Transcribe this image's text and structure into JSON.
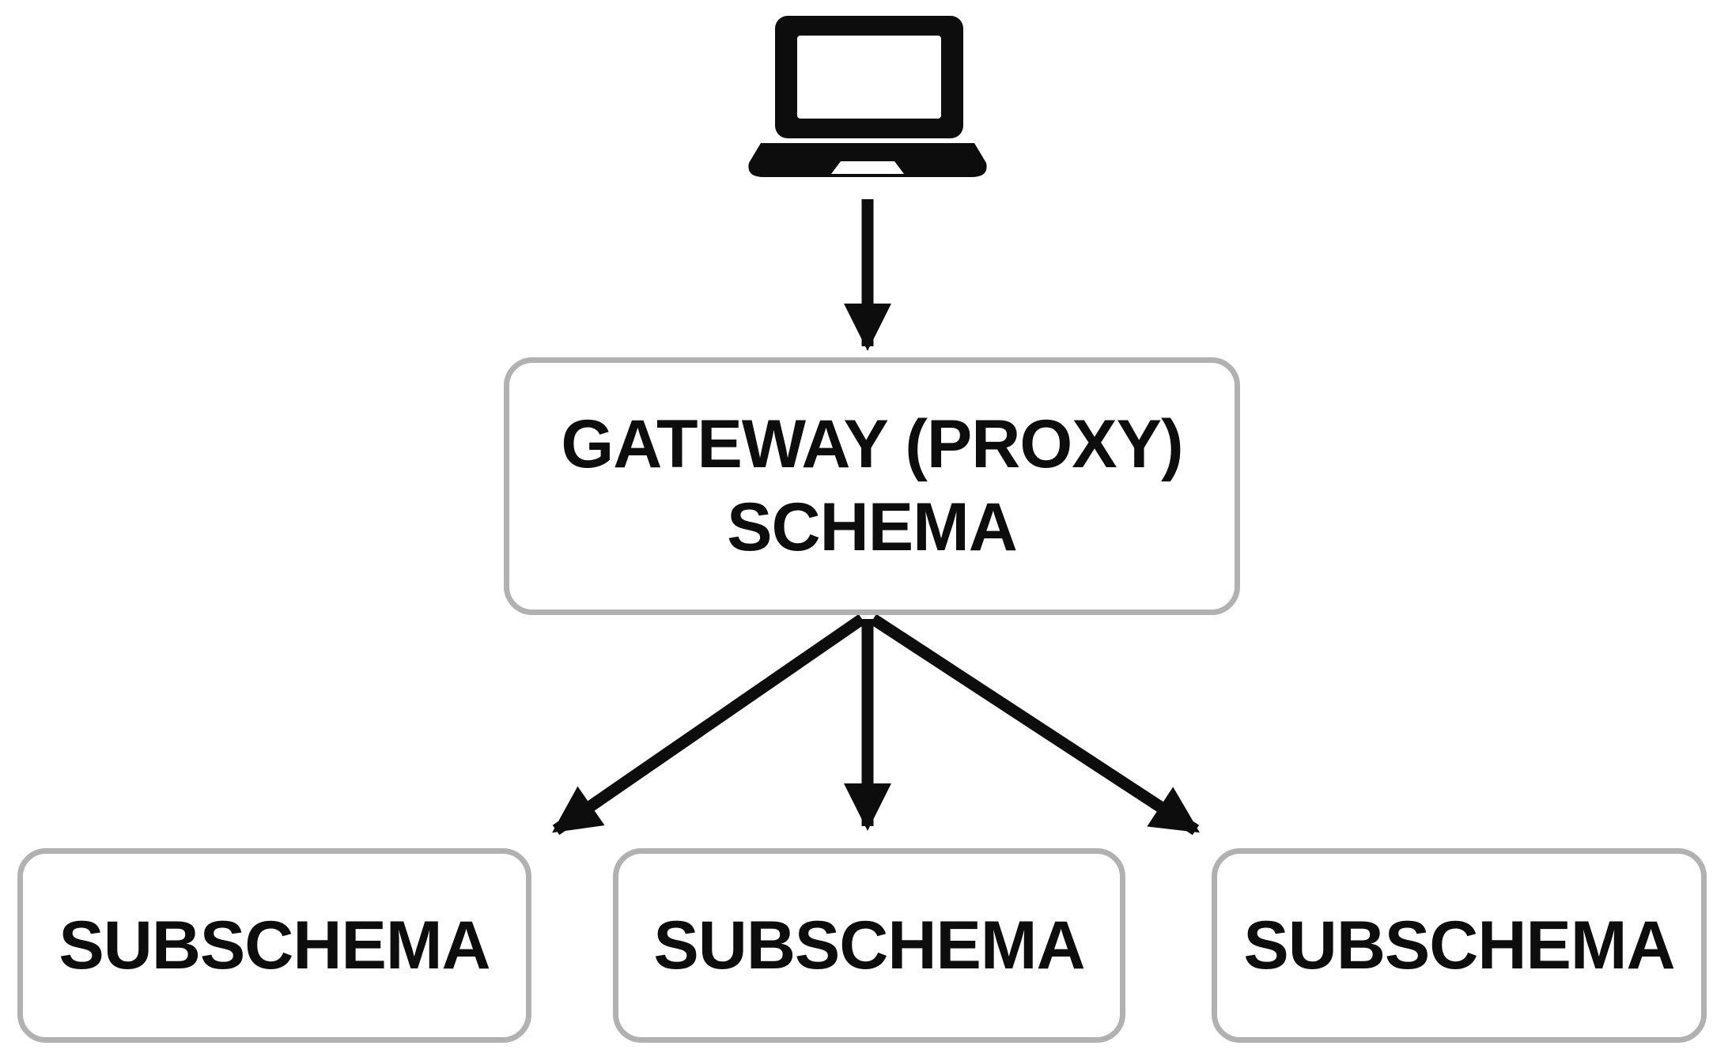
{
  "diagram_title": "Gateway proxy schema architecture",
  "colors": {
    "background": "#ffffff",
    "box_fill": "#ffffff",
    "box_border": "#b1b1b1",
    "ink": "#0d0d0d"
  },
  "nodes": {
    "client": {
      "icon": "laptop-icon"
    },
    "gateway": {
      "line1": "GATEWAY (PROXY)",
      "line2": "SCHEMA"
    },
    "subschemas": [
      {
        "label": "SUBSCHEMA"
      },
      {
        "label": "SUBSCHEMA"
      },
      {
        "label": "SUBSCHEMA"
      }
    ]
  }
}
